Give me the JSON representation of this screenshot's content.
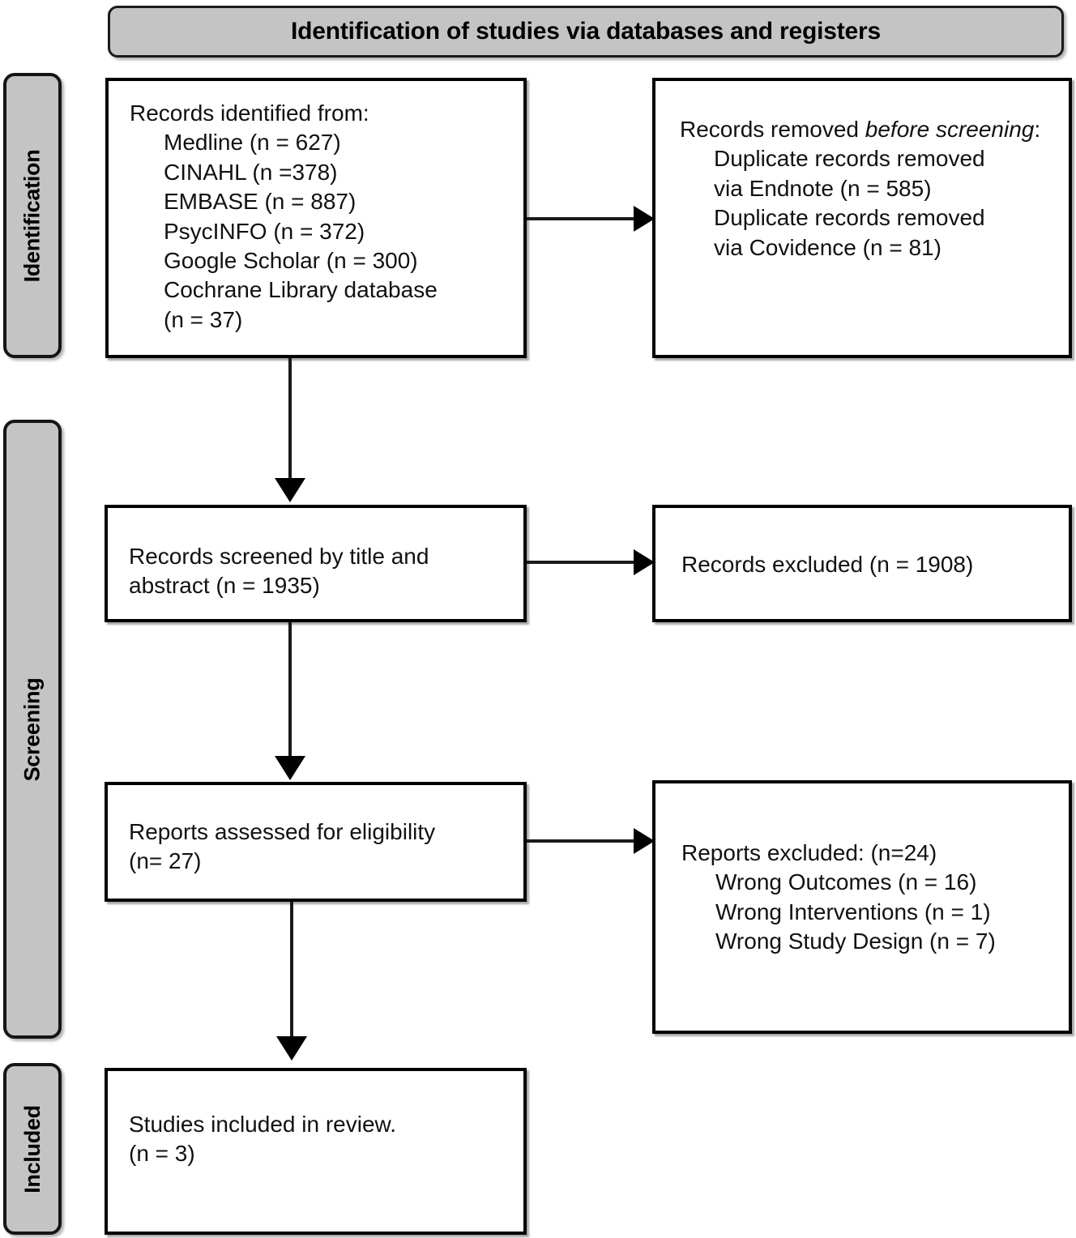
{
  "header": {
    "title": "Identification of studies via databases and registers"
  },
  "rails": [
    {
      "id": "identification",
      "label": "Identification"
    },
    {
      "id": "screening",
      "label": "Screening"
    },
    {
      "id": "included",
      "label": "Included"
    }
  ],
  "boxes": {
    "identified": {
      "heading": "Records identified from:",
      "items": [
        "Medline (n = 627)",
        "CINAHL (n =378)",
        "EMBASE (n = 887)",
        "PsycINFO (n = 372)",
        "Google Scholar (n = 300)",
        "Cochrane Library database",
        "(n = 37)"
      ],
      "full_text": "Records identified from:\n    Medline (n = 627)\n    CINAHL (n =378)\n    EMBASE (n = 887)\n    PsycINFO (n = 372)\n    Google Scholar (n = 300)\n    Cochrane Library database\n    (n = 37)"
    },
    "removed": {
      "heading_prefix": "Records removed ",
      "heading_italic": "before screening",
      "heading_suffix": ":",
      "items": [
        "Duplicate records removed",
        "via Endnote (n = 585)",
        "Duplicate records removed",
        "via Covidence (n = 81)"
      ]
    },
    "screened": {
      "text": "Records screened by title and\nabstract (n = 1935)"
    },
    "excluded_screen": {
      "text": "Records excluded (n = 1908)"
    },
    "eligibility": {
      "text": "Reports assessed for eligibility\n(n= 27)"
    },
    "excluded_reports": {
      "heading": "Reports excluded: (n=24)",
      "items": [
        "Wrong Outcomes (n = 16)",
        "Wrong Interventions (n = 1)",
        "Wrong Study Design (n = 7)"
      ]
    },
    "included": {
      "text": "Studies included in review.\n(n = 3)"
    }
  },
  "colors": {
    "rail_fill": "#c4c4c4",
    "banner_fill": "#c4c4c4",
    "box_fill": "#ffffff",
    "stroke": "#000000"
  }
}
